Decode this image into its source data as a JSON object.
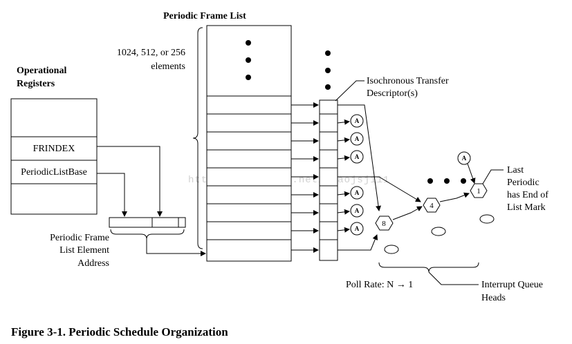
{
  "title": "Periodic Frame List",
  "left_heading": [
    "Operational",
    "Registers"
  ],
  "size_note": [
    "1024, 512, or 256",
    "elements"
  ],
  "registers": [
    "FRINDEX",
    "PeriodicListBase"
  ],
  "element_address_label": [
    "Periodic Frame",
    "List Element",
    "Address"
  ],
  "itd_label": [
    "Isochronous Transfer",
    "Descriptor(s)"
  ],
  "last_label": [
    "Last",
    "Periodic",
    "has End of",
    "List Mark"
  ],
  "poll_rate": "Poll Rate: N → 1",
  "interrupt_label": [
    "Interrupt Queue",
    "Heads"
  ],
  "node_labels": [
    "8",
    "4",
    "1"
  ],
  "a_label": "A",
  "watermark": "http://blog.csdn.net/xiaojsj111",
  "caption": "Figure 3-1. Periodic Schedule Organization"
}
